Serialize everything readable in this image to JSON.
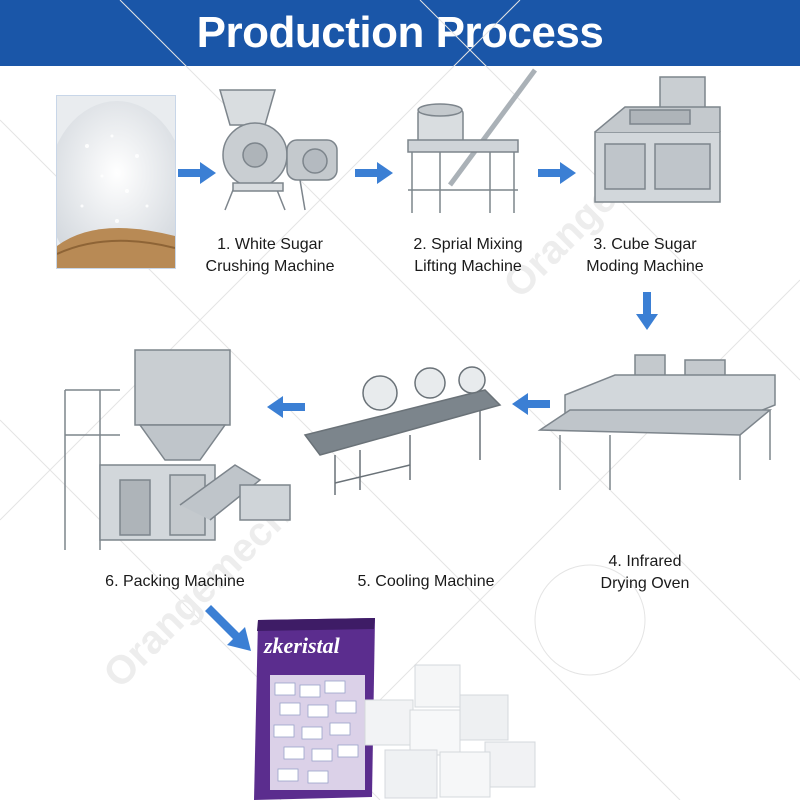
{
  "header": {
    "title": "Production Process"
  },
  "watermark": {
    "text": "Orangemech"
  },
  "steps": [
    {
      "line1": "1. White Sugar",
      "line2": "Crushing Machine"
    },
    {
      "line1": "2. Sprial Mixing",
      "line2": "Lifting Machine"
    },
    {
      "line1": "3. Cube Sugar",
      "line2": "Moding Machine"
    },
    {
      "line1": "4. Infrared",
      "line2": "Drying Oven"
    },
    {
      "line1": "5. Cooling Machine",
      "line2": ""
    },
    {
      "line1": "6. Packing Machine",
      "line2": ""
    }
  ],
  "product": {
    "bag_brand": "zkeristal"
  },
  "colors": {
    "header": "#1a56a8",
    "arrow": "#3b7fd4"
  }
}
